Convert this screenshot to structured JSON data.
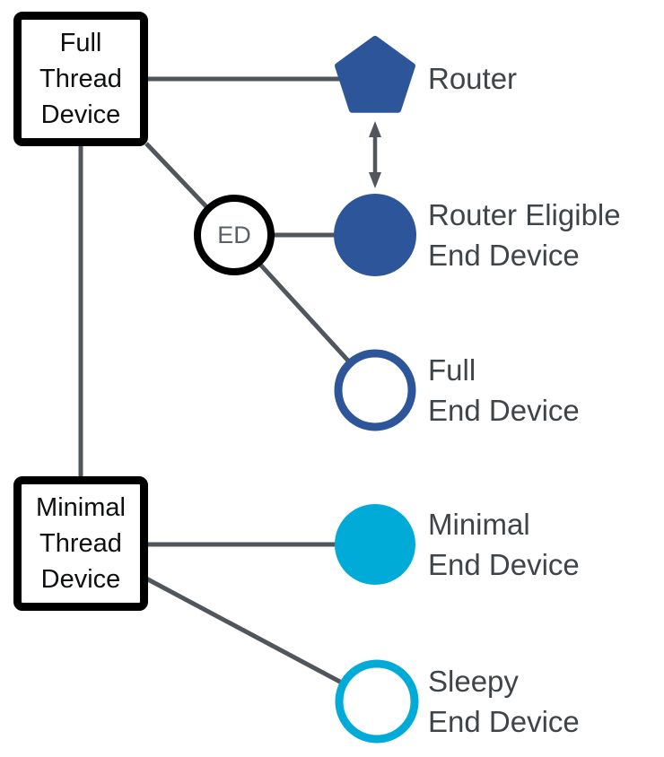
{
  "colors": {
    "primary_blue": "#2d5599",
    "cyan": "#00abd8",
    "line_gray": "#50565c",
    "label_gray": "#3f4448",
    "ed_gray": "#5a6065",
    "box_border": "#000000",
    "bg": "#ffffff"
  },
  "boxes": {
    "full_thread_device": {
      "lines": [
        "Full",
        "Thread",
        "Device"
      ]
    },
    "minimal_thread_device": {
      "lines": [
        "Minimal",
        "Thread",
        "Device"
      ]
    }
  },
  "nodes": {
    "ed": {
      "label": "ED"
    },
    "router": {
      "label": "Router"
    },
    "router_eligible_end_device": {
      "lines": [
        "Router Eligible",
        "End Device"
      ]
    },
    "full_end_device": {
      "lines": [
        "Full",
        "End Device"
      ]
    },
    "minimal_end_device": {
      "lines": [
        "Minimal",
        "End Device"
      ]
    },
    "sleepy_end_device": {
      "lines": [
        "Sleepy",
        "End Device"
      ]
    }
  }
}
